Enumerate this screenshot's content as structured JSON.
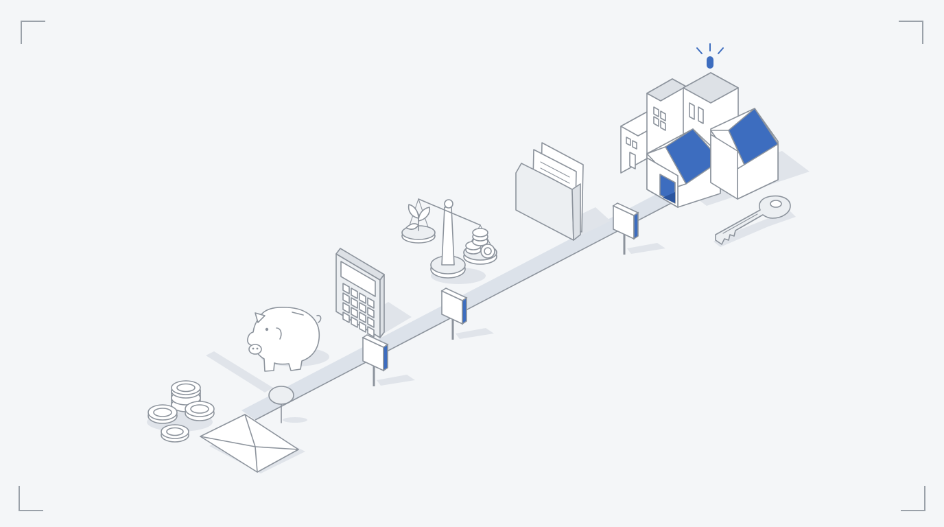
{
  "title": "",
  "palette": {
    "background": "#f4f6f8",
    "stroke": "#8c939c",
    "fill": "#ffffff",
    "surface": "#eceff2",
    "light": "#dde1e6",
    "shadow": "#e0e4ea",
    "path": "#dce2ea",
    "accent": "#3d6dbf",
    "frame": "#9aa1a9"
  },
  "journey": {
    "start_icons": [
      "coins-stack-icon",
      "envelope-icon"
    ],
    "stages": [
      {
        "id": "savings",
        "icon": "piggy-bank-icon"
      },
      {
        "id": "budgeting",
        "icon": "calculator-icon"
      },
      {
        "id": "balancing",
        "icon": "balance-scale-icon"
      },
      {
        "id": "documents",
        "icon": "folder-documents-icon"
      },
      {
        "id": "home",
        "icon": "houses-buildings-icon"
      }
    ],
    "end_icons": [
      "house-key-icon",
      "signal-beacon-icon"
    ],
    "signposts": 4
  }
}
